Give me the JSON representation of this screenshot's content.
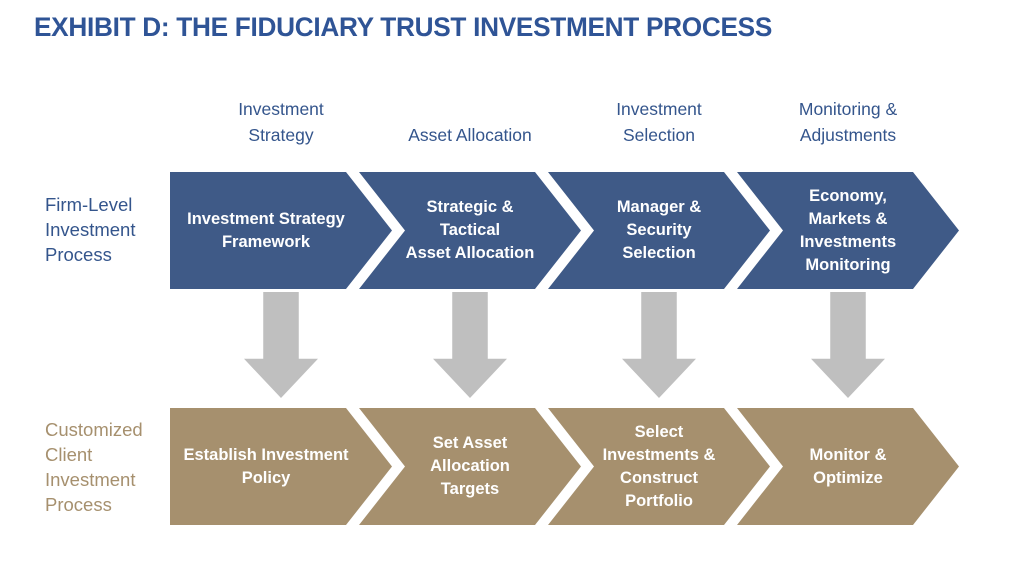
{
  "title": "EXHIBIT D: THE FIDUCIARY TRUST INVESTMENT PROCESS",
  "colors": {
    "blue": "#3f5a87",
    "tan": "#a6906e",
    "gray_arrow": "#bfbfbf",
    "title_blue": "#2f5496",
    "header_blue": "#34558c",
    "step_text": "#ffffff"
  },
  "row_labels": {
    "firm": "Firm-Level\nInvestment\nProcess",
    "client": "Customized\nClient\nInvestment\nProcess"
  },
  "columns": [
    {
      "header": "Investment\nStrategy",
      "firm_step": "Investment Strategy\nFramework",
      "client_step": "Establish Investment\nPolicy"
    },
    {
      "header": "Asset Allocation",
      "firm_step": "Strategic &\nTactical\nAsset Allocation",
      "client_step": "Set Asset\nAllocation\nTargets"
    },
    {
      "header": "Investment\nSelection",
      "firm_step": "Manager &\nSecurity\nSelection",
      "client_step": "Select\nInvestments &\nConstruct\nPortfolio"
    },
    {
      "header": "Monitoring &\nAdjustments",
      "firm_step": "Economy,\nMarkets &\nInvestments\nMonitoring",
      "client_step": "Monitor &\nOptimize"
    }
  ]
}
